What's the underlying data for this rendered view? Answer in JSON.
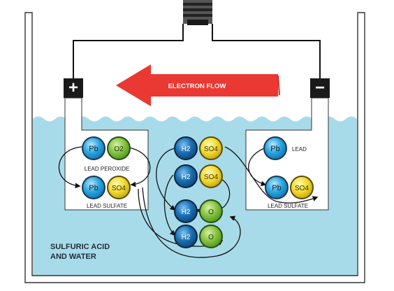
{
  "arrow": {
    "label": "ELECTRON FLOW"
  },
  "terminals": {
    "positive": "+",
    "negative": "−"
  },
  "left_plate": {
    "top_row": [
      "Pb",
      "O2"
    ],
    "top_label": "LEAD PEROXIDE",
    "bottom_row": [
      "Pb",
      "SO4"
    ],
    "bottom_label": "LEAD SULFATE"
  },
  "right_plate": {
    "top_row": [
      "Pb"
    ],
    "top_label": "LEAD",
    "bottom_row": [
      "Pb",
      "SO4"
    ],
    "bottom_label": "LEAD SULFATE"
  },
  "center": {
    "rows": [
      [
        "H2",
        "SO4"
      ],
      [
        "H2",
        "SO4"
      ],
      [
        "H2",
        "O"
      ],
      [
        "H2",
        "O"
      ]
    ]
  },
  "electrolyte_label": [
    "SULFURIC ACID",
    "AND WATER"
  ],
  "colors": {
    "water": "#a8dbe9",
    "arrow": "#ea3832",
    "pb": "#29a8e0",
    "h2": "#1a6fb0",
    "so4": "#f0de2c",
    "oxygen": "#86c440",
    "terminal": "#1a1a1a"
  }
}
